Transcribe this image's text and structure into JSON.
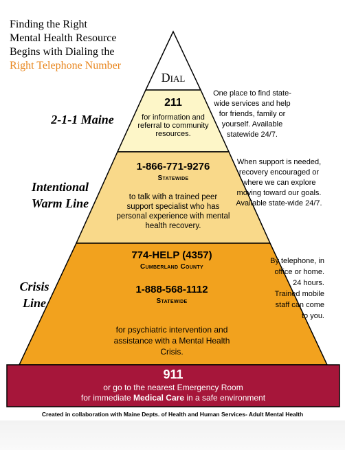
{
  "title": {
    "line1": "Finding the Right",
    "line2": "Mental Health Resource",
    "line3": "Begins with Dialing the",
    "line4": "Right Telephone Number"
  },
  "dial_label": "Dial",
  "tier_211": {
    "side_label": "2-1-1 Maine",
    "number": "211",
    "description": "for information and referral to community resources.",
    "note": "One place to find state-wide services and help for friends, family or yourself. Available statewide 24/7."
  },
  "tier_warmline": {
    "side_label_line1": "Intentional",
    "side_label_line2": "Warm Line",
    "number": "1-866-771-9276",
    "scope": "Statewide",
    "description": "to talk with a trained peer support specialist who has personal experience with mental health recovery.",
    "note": "When support is needed, recovery encouraged or where we can explore moving toward our goals. Available state-wide 24/7."
  },
  "tier_crisis": {
    "side_label_line1": "Crisis",
    "side_label_line2": "Line",
    "number1": "774-HELP (4357)",
    "scope1": "Cumberland County",
    "number2": "1-888-568-1112",
    "scope2": "Statewide",
    "description": "for psychiatric intervention and assistance with a Mental Health Crisis.",
    "note": "By telephone, in office or home. 24 hours. Trained mobile staff can come to you."
  },
  "tier_911": {
    "number": "911",
    "line1": "or go to the nearest Emergency Room",
    "line2_prefix": "for immediate ",
    "line2_emphasis": "Medical Care",
    "line2_suffix": " in a safe environment"
  },
  "footer": "Created in collaboration with Maine Depts. of Health and Human Services- Adult Mental Health",
  "colors": {
    "tier_211": "#fdf6c8",
    "tier_warmline": "#f9d98a",
    "tier_crisis": "#f2a21e",
    "tier_911": "#a6163a",
    "title_accent": "#e8861e"
  }
}
